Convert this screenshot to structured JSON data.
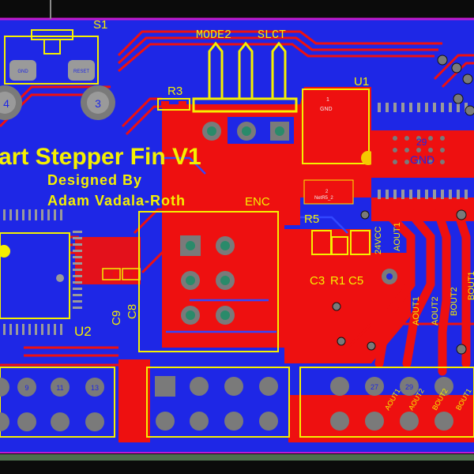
{
  "board": {
    "title": "art Stepper Fin V1",
    "designed_by": "Designed By",
    "author": "Adam Vadala-Roth"
  },
  "colors": {
    "copper_bottom": "#1e27e6",
    "copper_top": "#ee1010",
    "silkscreen": "#f5f000",
    "pad": "#9a9a9a",
    "background": "#0b0b0b",
    "outline": "#c21ad0"
  },
  "labels": {
    "s1": "S1",
    "mode2": "MODE2",
    "slct": "SLCT",
    "r3": "R3",
    "u1": "U1",
    "enc": "ENC",
    "r5": "R5",
    "c3": "C3",
    "r1": "R1",
    "c5": "C5",
    "c9": "C9",
    "c8": "C8",
    "u2": "U2",
    "gnd_u1": "GND",
    "gnd_large": "GND",
    "netr5_2": "NetR5_2",
    "vcc24": "24VCC",
    "aout1_a": "AOUT1",
    "aout1_b": "AOUT1",
    "aout2": "AOUT2",
    "bout2": "BOUT2",
    "bout1": "BOUT1",
    "reset": "RESET",
    "gnd_s1": "GND",
    "pin4": "4",
    "pin3": "3",
    "pin1": "1",
    "pin2": "2",
    "pin29": "29",
    "header_a": [
      "9",
      "11",
      "13"
    ],
    "header_c": [
      "27",
      "29"
    ],
    "bottom_net_labels": [
      "AOUT1",
      "AOUT2",
      "BOUT2",
      "BOUT1"
    ]
  }
}
